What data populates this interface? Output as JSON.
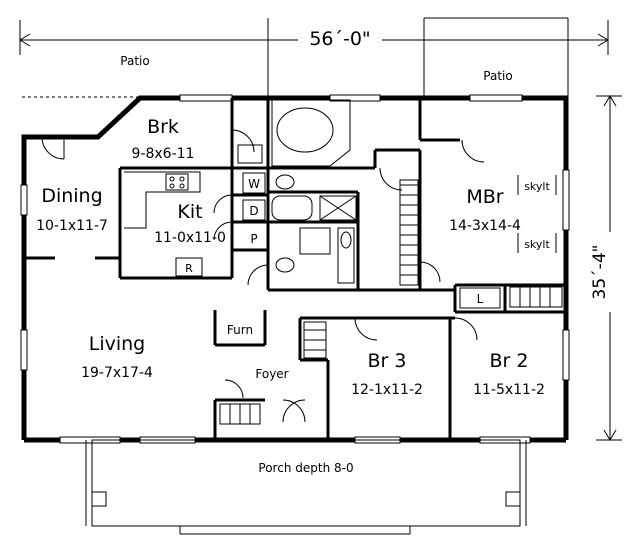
{
  "overall": {
    "width": "56´-0\"",
    "depth": "35´-4\""
  },
  "patio_labels": [
    "Patio",
    "Patio"
  ],
  "rooms": {
    "breakfast": {
      "name": "Brk",
      "size": "9-8x6-11"
    },
    "dining": {
      "name": "Dining",
      "size": "10-1x11-7"
    },
    "kitchen": {
      "name": "Kit",
      "size": "11-0x11-0"
    },
    "master": {
      "name": "MBr",
      "size": "14-3x14-4"
    },
    "living": {
      "name": "Living",
      "size": "19-7x17-4"
    },
    "foyer": {
      "name": "Foyer"
    },
    "bedroom3": {
      "name": "Br 3",
      "size": "12-1x11-2"
    },
    "bedroom2": {
      "name": "Br 2",
      "size": "11-5x11-2"
    }
  },
  "fixtures": {
    "washer": "W",
    "dryer": "D",
    "pantry": "P",
    "refrigerator": "R",
    "furnace": "Furn",
    "linen": "L",
    "skylight": "skylt"
  },
  "porch": {
    "label": "Porch depth 8-0"
  }
}
